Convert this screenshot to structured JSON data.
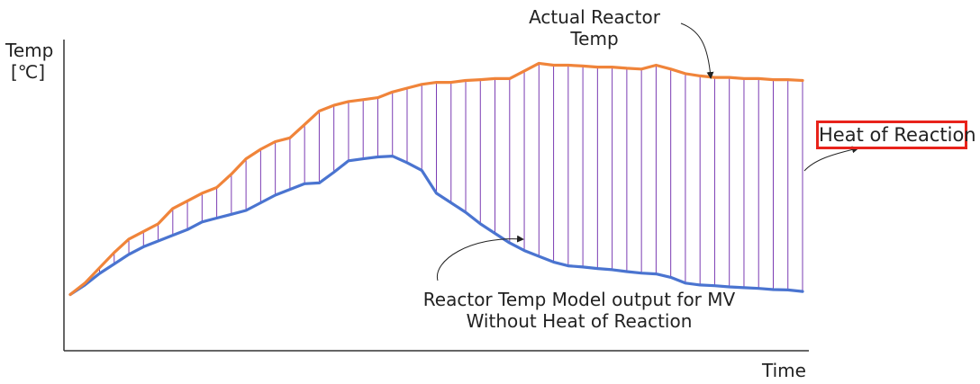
{
  "chart_data": {
    "type": "line",
    "title": "",
    "xlabel": "Time",
    "ylabel_lines": [
      "Temp",
      "[℃]"
    ],
    "grid": false,
    "legend": "none",
    "x": [
      0,
      1,
      2,
      3,
      4,
      5,
      6,
      7,
      8,
      9,
      10,
      11,
      12,
      13,
      14,
      15,
      16,
      17,
      18,
      19,
      20,
      21,
      22,
      23,
      24,
      25,
      26,
      27,
      28,
      29,
      30,
      31,
      32,
      33,
      34,
      35,
      36,
      37,
      38,
      39,
      40,
      41,
      42,
      43,
      44,
      45,
      46,
      47,
      48,
      49,
      50
    ],
    "xlim": [
      0,
      50
    ],
    "ylim": [
      0,
      100
    ],
    "series": [
      {
        "name": "Actual Reactor Temp",
        "color": "#f0843a",
        "values": [
          10,
          13,
          17,
          21,
          24.5,
          26.5,
          28.5,
          32.5,
          34.5,
          36.5,
          38,
          41.5,
          45.5,
          48,
          50,
          51,
          54.5,
          58,
          59.5,
          60.5,
          61,
          61.5,
          63,
          64,
          65,
          65.5,
          65.5,
          66,
          66.2,
          66.5,
          66.5,
          68.5,
          70.5,
          70,
          70,
          69.8,
          69.5,
          69.5,
          69.2,
          69,
          70,
          69,
          67.8,
          67.2,
          66.8,
          66.8,
          66.5,
          66.5,
          66.2,
          66.2,
          66
        ]
      },
      {
        "name": "Reactor Temp Model output for MV Without Heat of Reaction",
        "color": "#4a74d0",
        "values": [
          10,
          12.5,
          15.5,
          18,
          20.5,
          22.5,
          24,
          25.5,
          27,
          29,
          30,
          31,
          32,
          34,
          36,
          37.5,
          39,
          39.2,
          42,
          45,
          45.5,
          46,
          46.2,
          44.5,
          42.5,
          36.5,
          34,
          31.5,
          28.5,
          26,
          23.5,
          21.5,
          20,
          18.5,
          17.5,
          17.2,
          16.8,
          16.5,
          16,
          15.6,
          15.4,
          14.5,
          13,
          12.5,
          12.3,
          12,
          11.8,
          11.6,
          11.3,
          11.2,
          10.8
        ]
      }
    ],
    "annotations": {
      "actual_lines": [
        "Actual Reactor",
        "Temp"
      ],
      "model_lines": [
        "Reactor Temp Model output for MV",
        "Without Heat of Reaction"
      ],
      "heat": "Heat of Reaction"
    },
    "colors": {
      "hatch": "#7b3cb3",
      "axis": "#333333",
      "box": "#e8231b"
    }
  }
}
